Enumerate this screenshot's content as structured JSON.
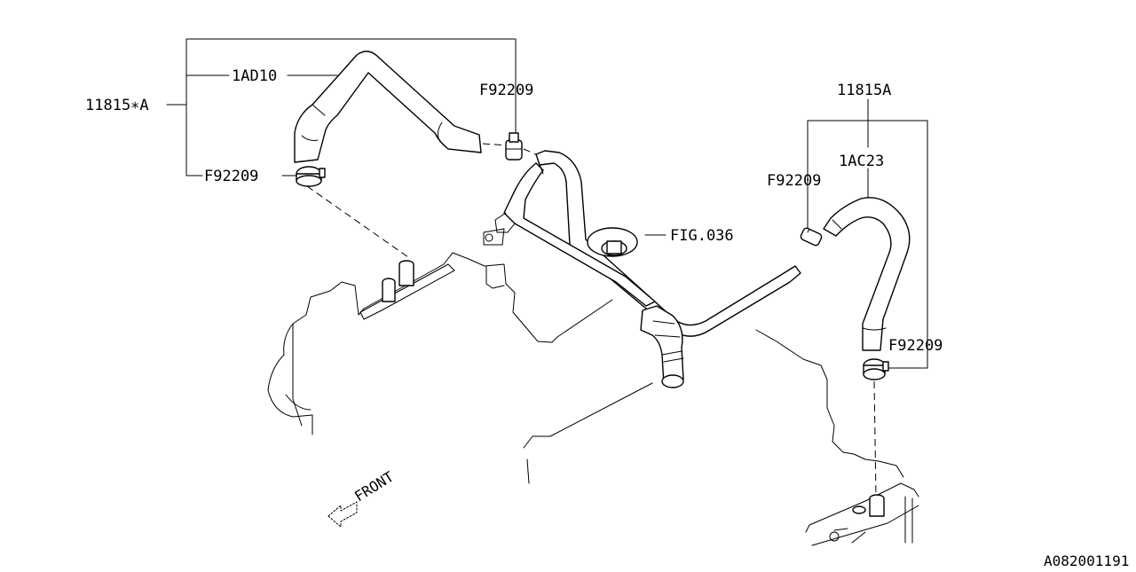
{
  "labels": {
    "assembly_left": "11815∗A",
    "hose_left": "1AD10",
    "clamp_left_lower": "F92209",
    "clamp_left_upper": "F92209",
    "assembly_right": "11815A",
    "hose_right": "1AC23",
    "clamp_right_upper": "F92209",
    "clamp_right_lower": "F92209",
    "fig_reference": "FIG.036",
    "front_indicator": "FRONT",
    "diagram_code": "A082001191"
  }
}
